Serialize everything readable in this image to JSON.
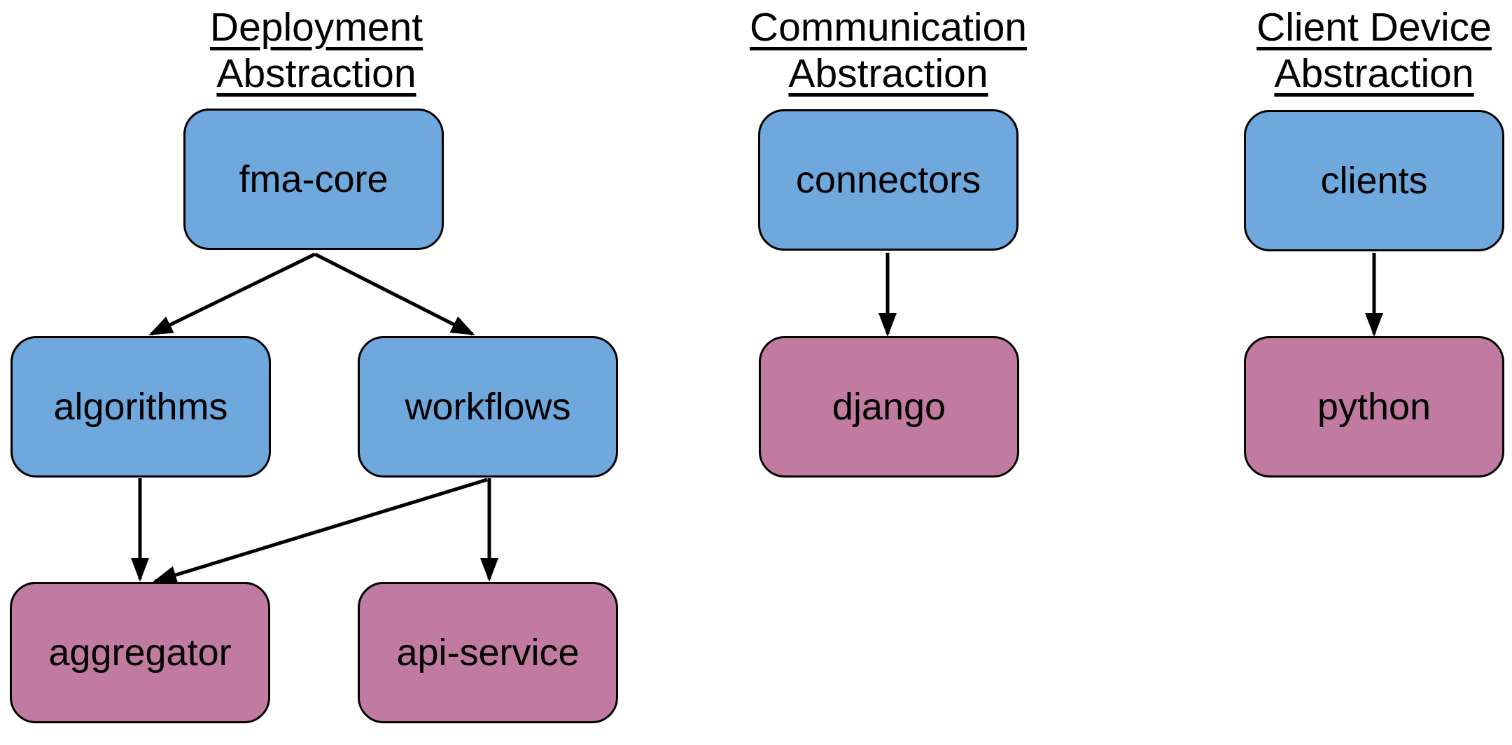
{
  "groups": [
    {
      "title_line1": "Deployment",
      "title_line2": "Abstraction"
    },
    {
      "title_line1": "Communication",
      "title_line2": "Abstraction"
    },
    {
      "title_line1": "Client Device",
      "title_line2": "Abstraction"
    }
  ],
  "nodes": [
    {
      "id": "fma-core",
      "label": "fma-core",
      "group": "Deployment Abstraction",
      "fill": "#6fa8dc"
    },
    {
      "id": "algorithms",
      "label": "algorithms",
      "group": "Deployment Abstraction",
      "fill": "#6fa8dc"
    },
    {
      "id": "workflows",
      "label": "workflows",
      "group": "Deployment Abstraction",
      "fill": "#6fa8dc"
    },
    {
      "id": "aggregator",
      "label": "aggregator",
      "group": "Deployment Abstraction",
      "fill": "#c27ba0"
    },
    {
      "id": "api-service",
      "label": "api-service",
      "group": "Deployment Abstraction",
      "fill": "#c27ba0"
    },
    {
      "id": "connectors",
      "label": "connectors",
      "group": "Communication Abstraction",
      "fill": "#6fa8dc"
    },
    {
      "id": "django",
      "label": "django",
      "group": "Communication Abstraction",
      "fill": "#c27ba0"
    },
    {
      "id": "clients",
      "label": "clients",
      "group": "Client Device Abstraction",
      "fill": "#6fa8dc"
    },
    {
      "id": "python",
      "label": "python",
      "group": "Client Device Abstraction",
      "fill": "#c27ba0"
    }
  ],
  "edges": [
    {
      "from": "fma-core",
      "to": "algorithms"
    },
    {
      "from": "fma-core",
      "to": "workflows"
    },
    {
      "from": "algorithms",
      "to": "aggregator"
    },
    {
      "from": "workflows",
      "to": "aggregator"
    },
    {
      "from": "workflows",
      "to": "api-service"
    },
    {
      "from": "connectors",
      "to": "django"
    },
    {
      "from": "clients",
      "to": "python"
    }
  ],
  "colors": {
    "node_blue": "#6fa8dc",
    "node_pink": "#c27ba0",
    "border": "#000000",
    "arrow": "#000000",
    "text": "#000000",
    "background": "#ffffff"
  }
}
